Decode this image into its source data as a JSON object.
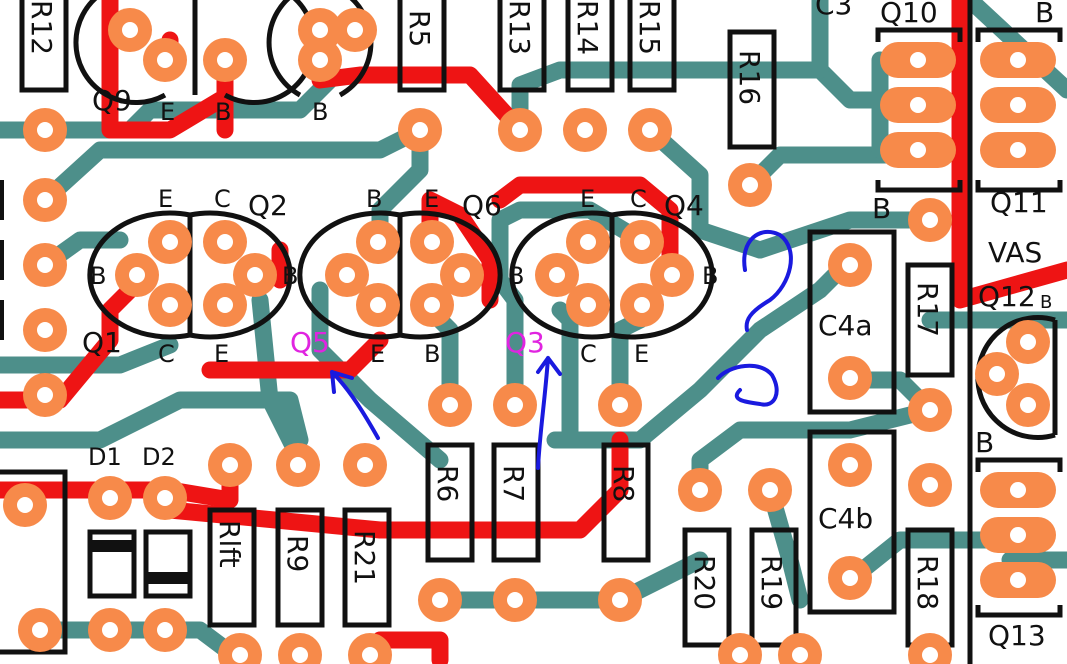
{
  "colors": {
    "background": "#ffffff",
    "trace_bottom": "#4d8f8a",
    "trace_top": "#ee1414",
    "pad": "#f78a4a",
    "silkscreen": "#111111",
    "annotation_text": "#e024e0",
    "annotation_ink": "#1a1adf"
  },
  "resistors": [
    {
      "label": "R12"
    },
    {
      "label": "R5"
    },
    {
      "label": "R13"
    },
    {
      "label": "R14"
    },
    {
      "label": "R15"
    },
    {
      "label": "R16"
    },
    {
      "label": "R17"
    },
    {
      "label": "R6"
    },
    {
      "label": "R7"
    },
    {
      "label": "R8"
    },
    {
      "label": "Rlft"
    },
    {
      "label": "R9"
    },
    {
      "label": "R21"
    },
    {
      "label": "R20"
    },
    {
      "label": "R19"
    },
    {
      "label": "R18"
    }
  ],
  "capacitors": [
    {
      "label": "C4a"
    },
    {
      "label": "C4b"
    },
    {
      "label": "C3"
    }
  ],
  "transistors": {
    "Q9": {
      "label": "Q9",
      "pins": [
        "E",
        "B"
      ],
      "extra_pin": "B"
    },
    "Q2": {
      "label": "Q2",
      "pins": [
        "E",
        "C",
        "B"
      ]
    },
    "Q1": {
      "label": "Q1",
      "pins": [
        "B",
        "C",
        "E"
      ]
    },
    "Q6": {
      "label": "Q6",
      "pins": [
        "B",
        "E",
        "B"
      ]
    },
    "Q5": {
      "label": "Q5",
      "pins": [
        "E",
        "B"
      ]
    },
    "Q4": {
      "label": "Q4",
      "pins": [
        "E",
        "C",
        "B"
      ]
    },
    "Q3": {
      "label": "Q3",
      "pins": [
        "B",
        "C",
        "E"
      ]
    },
    "Q10": {
      "label": "Q10"
    },
    "Q11": {
      "label": "Q11"
    },
    "Q12": {
      "label": "Q12",
      "pin": "B"
    },
    "Q13": {
      "label": "Q13"
    }
  },
  "labels": {
    "q2_b": "B",
    "q6_b": "B",
    "q4_b": "B",
    "q10_b": "B",
    "q10_b2": "B",
    "q13_b": "B",
    "vas": "VAS",
    "q5": "Q5",
    "q3": "Q3",
    "d1": "D1",
    "d2": "D2"
  }
}
